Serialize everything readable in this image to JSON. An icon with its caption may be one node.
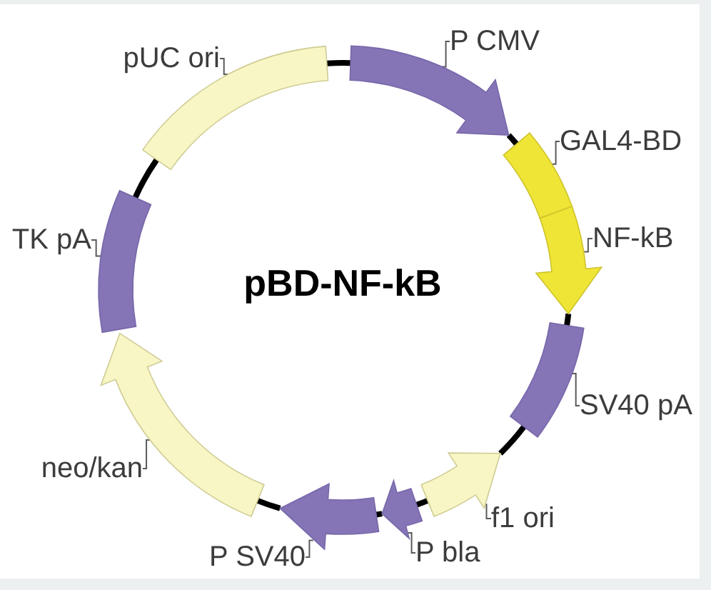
{
  "diagram": {
    "title": "pBD-NF-kB",
    "nodes": [
      {
        "text": [
          "P CMV"
        ]
      },
      {
        "text": [],
        "shape": "arrow"
      },
      {
        "text": [
          "GAL4-BD"
        ]
      },
      {
        "text": [],
        "shape": "bar"
      },
      {
        "text": [
          "NF-kB"
        ]
      },
      {
        "text": [],
        "shape": "arrow"
      },
      {
        "text": [
          "SV40 pA"
        ]
      },
      {
        "text": [],
        "shape": "bar"
      },
      {
        "text": [
          "f1 ori"
        ]
      },
      {
        "text": [],
        "shape": "arrow"
      },
      {
        "text": [
          "P bla"
        ]
      },
      {
        "text": [],
        "shape": "arrow"
      },
      {
        "text": [
          "P SV40"
        ]
      },
      {
        "text": [],
        "shape": "arrow"
      },
      {
        "text": [
          "neo/kan"
        ]
      },
      {
        "text": [],
        "shape": "arrow"
      },
      {
        "text": [
          "TK pA"
        ]
      },
      {
        "text": [],
        "shape": "bar"
      },
      {
        "text": [
          "pUC ori"
        ]
      },
      {
        "text": [],
        "shape": "bar"
      }
    ],
    "edges": [
      {
        "from": 0,
        "to": 1,
        "arrow": "none"
      },
      {
        "from": 2,
        "to": 3,
        "arrow": "none"
      },
      {
        "from": 4,
        "to": 5,
        "arrow": "none"
      },
      {
        "from": 6,
        "to": 7,
        "arrow": "none"
      },
      {
        "from": 8,
        "to": 9,
        "arrow": "none"
      },
      {
        "from": 10,
        "to": 11,
        "arrow": "none"
      },
      {
        "from": 12,
        "to": 13,
        "arrow": "none"
      },
      {
        "from": 14,
        "to": 15,
        "arrow": "none"
      },
      {
        "from": 16,
        "to": 17,
        "arrow": "none"
      },
      {
        "from": 18,
        "to": 19,
        "arrow": "none"
      },
      {
        "from": 19,
        "to": 1,
        "arrow": "none",
        "style": "thick",
        "color": "#000000"
      },
      {
        "from": 1,
        "to": 3,
        "arrow": "none",
        "style": "thick",
        "color": "#000000"
      },
      {
        "from": 5,
        "to": 7,
        "arrow": "none",
        "style": "thick",
        "color": "#000000"
      },
      {
        "from": 7,
        "to": 9,
        "arrow": "none",
        "style": "thick",
        "color": "#000000"
      },
      {
        "from": 9,
        "to": 11,
        "arrow": "none",
        "style": "thick",
        "color": "#000000"
      },
      {
        "from": 11,
        "to": 13,
        "arrow": "none",
        "style": "thick",
        "color": "#000000"
      },
      {
        "from": 13,
        "to": 15,
        "arrow": "none",
        "style": "thick",
        "color": "#000000"
      },
      {
        "from": 17,
        "to": 19,
        "arrow": "none",
        "style": "thick",
        "color": "#000000"
      }
    ]
  }
}
